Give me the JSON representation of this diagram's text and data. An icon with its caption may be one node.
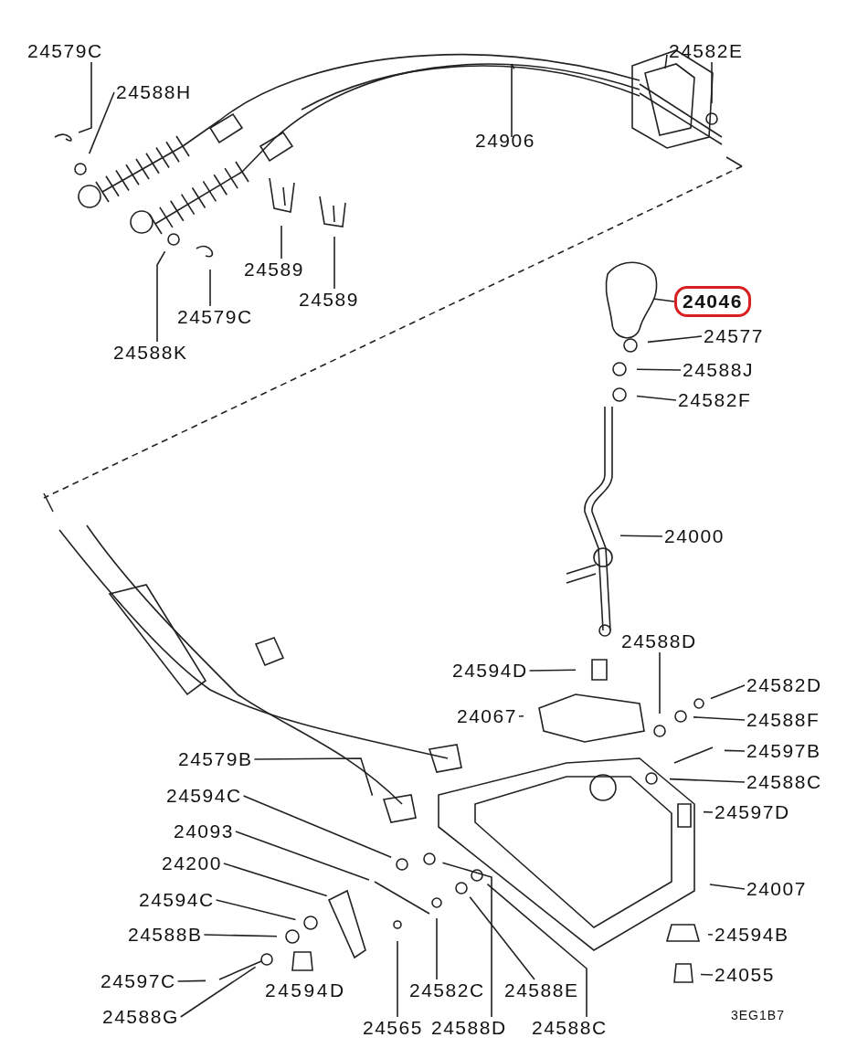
{
  "diagram": {
    "nodes": [
      {
        "text": [
          "24579C"
        ]
      },
      {
        "text": [
          "24588H"
        ]
      },
      {
        "text": [
          "24906"
        ]
      },
      {
        "text": [
          "24582E"
        ]
      },
      {
        "text": [
          "24589"
        ]
      },
      {
        "text": [
          "24589"
        ]
      },
      {
        "text": [
          "24579C"
        ]
      },
      {
        "text": [
          "24588K"
        ]
      },
      {
        "text": [
          "24046"
        ]
      },
      {
        "text": [
          "24577"
        ]
      },
      {
        "text": [
          "24588J"
        ]
      },
      {
        "text": [
          "24582F"
        ]
      },
      {
        "text": [
          "24000"
        ]
      },
      {
        "text": [
          "24594D"
        ]
      },
      {
        "text": [
          "24588D"
        ]
      },
      {
        "text": [
          "24582D"
        ]
      },
      {
        "text": [
          "24067"
        ]
      },
      {
        "text": [
          "24588F"
        ]
      },
      {
        "text": [
          "24597B"
        ]
      },
      {
        "text": [
          "24579B"
        ]
      },
      {
        "text": [
          "24588C"
        ]
      },
      {
        "text": [
          "24594C"
        ]
      },
      {
        "text": [
          "24597D"
        ]
      },
      {
        "text": [
          "24093"
        ]
      },
      {
        "text": [
          "24200"
        ]
      },
      {
        "text": [
          "24007"
        ]
      },
      {
        "text": [
          "24594C"
        ]
      },
      {
        "text": [
          "24588B"
        ]
      },
      {
        "text": [
          "24594B"
        ]
      },
      {
        "text": [
          "24597C"
        ]
      },
      {
        "text": [
          "24055"
        ]
      },
      {
        "text": [
          "24588G"
        ]
      },
      {
        "text": [
          "24565"
        ]
      },
      {
        "text": [
          "24582C"
        ]
      },
      {
        "text": [
          "24588D"
        ]
      },
      {
        "text": [
          "24588E"
        ]
      },
      {
        "text": [
          "24588C"
        ]
      }
    ],
    "edges": [
      {
        "from": 0,
        "to": null,
        "arrow": "none"
      },
      {
        "from": 1,
        "to": null,
        "arrow": "none"
      },
      {
        "from": 2,
        "to": null,
        "arrow": "none"
      },
      {
        "from": 3,
        "to": null,
        "arrow": "none"
      },
      {
        "from": 4,
        "to": null,
        "arrow": "none"
      },
      {
        "from": 5,
        "to": null,
        "arrow": "none"
      },
      {
        "from": 6,
        "to": null,
        "arrow": "none"
      },
      {
        "from": 7,
        "to": null,
        "arrow": "none"
      },
      {
        "from": 8,
        "to": null,
        "arrow": "none"
      },
      {
        "from": 9,
        "to": null,
        "arrow": "none"
      },
      {
        "from": 10,
        "to": null,
        "arrow": "none"
      },
      {
        "from": 11,
        "to": null,
        "arrow": "none"
      },
      {
        "from": 12,
        "to": null,
        "arrow": "none"
      },
      {
        "from": 13,
        "to": null,
        "arrow": "none"
      },
      {
        "from": 14,
        "to": null,
        "arrow": "none"
      },
      {
        "from": 15,
        "to": null,
        "arrow": "none"
      },
      {
        "from": 16,
        "to": null,
        "arrow": "none"
      },
      {
        "from": 17,
        "to": null,
        "arrow": "none"
      },
      {
        "from": 18,
        "to": null,
        "arrow": "none"
      },
      {
        "from": 19,
        "to": null,
        "arrow": "none"
      },
      {
        "from": 20,
        "to": null,
        "arrow": "none"
      },
      {
        "from": 21,
        "to": null,
        "arrow": "none"
      },
      {
        "from": 22,
        "to": null,
        "arrow": "none"
      },
      {
        "from": 23,
        "to": null,
        "arrow": "none"
      },
      {
        "from": 24,
        "to": null,
        "arrow": "none"
      },
      {
        "from": 25,
        "to": null,
        "arrow": "none"
      },
      {
        "from": 26,
        "to": null,
        "arrow": "none"
      },
      {
        "from": 27,
        "to": null,
        "arrow": "none"
      },
      {
        "from": 28,
        "to": null,
        "arrow": "none"
      },
      {
        "from": 29,
        "to": null,
        "arrow": "none"
      },
      {
        "from": 30,
        "to": null,
        "arrow": "none"
      },
      {
        "from": 31,
        "to": null,
        "arrow": "none"
      },
      {
        "from": 32,
        "to": null,
        "arrow": "none"
      },
      {
        "from": 33,
        "to": null,
        "arrow": "none"
      },
      {
        "from": 34,
        "to": null,
        "arrow": "none"
      },
      {
        "from": 35,
        "to": null,
        "arrow": "none"
      },
      {
        "from": 36,
        "to": null,
        "arrow": "none"
      }
    ],
    "labels": [
      "24594D",
      "3EG1B7"
    ]
  }
}
